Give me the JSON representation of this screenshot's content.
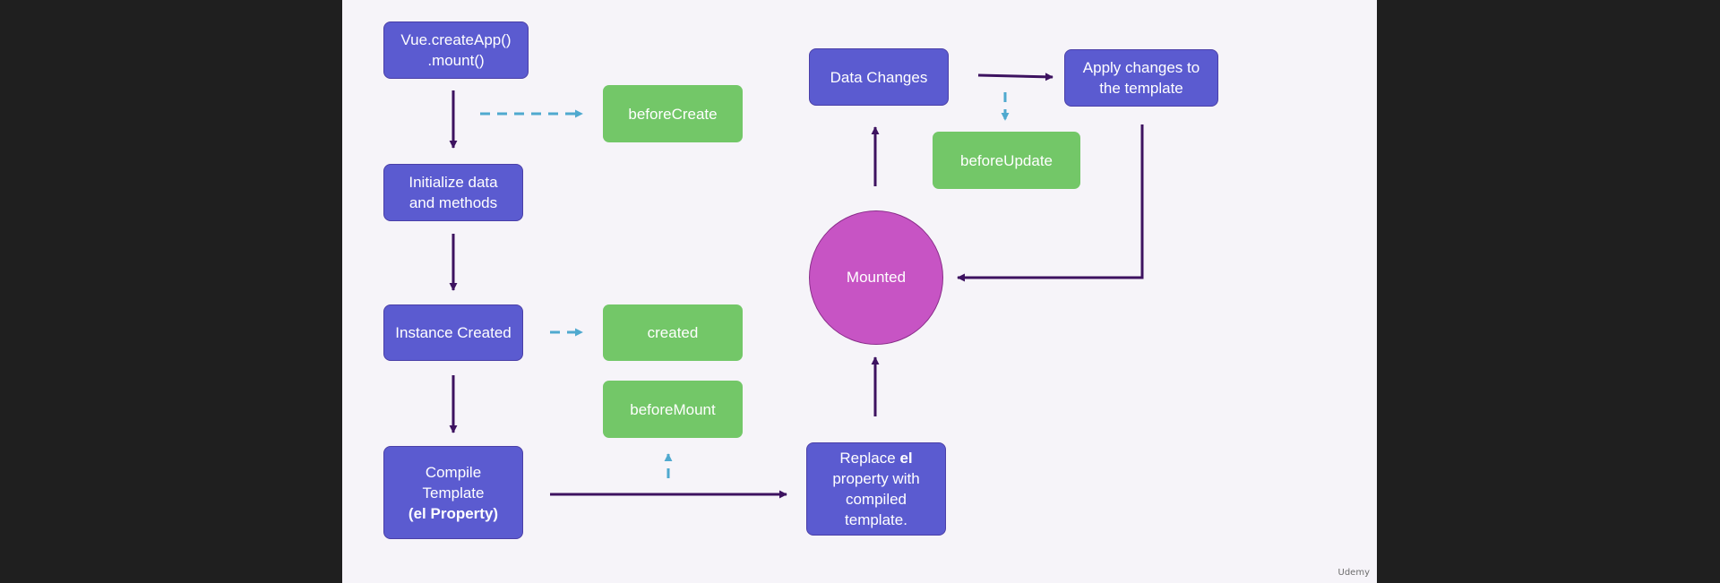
{
  "nodes": {
    "create_app": {
      "line1": "Vue.createApp()",
      "line2": ".mount()"
    },
    "init_data": {
      "line1": "Initialize data",
      "line2": "and methods"
    },
    "instance_created": {
      "label": "Instance Created"
    },
    "compile_template": {
      "line1": "Compile",
      "line2": "Template",
      "line3": "(el Property)"
    },
    "replace_el": {
      "pre": "Replace ",
      "bold": "el",
      "line2": "property with",
      "line3": "compiled",
      "line4": "template."
    },
    "mounted": {
      "label": "Mounted"
    },
    "data_changes": {
      "label": "Data Changes"
    },
    "apply_changes": {
      "line1": "Apply changes to",
      "line2": "the template"
    }
  },
  "hooks": {
    "before_create": "beforeCreate",
    "created": "created",
    "before_mount": "beforeMount",
    "before_update": "beforeUpdate"
  },
  "colors": {
    "process_box": "#5b5bd0",
    "hook_box": "#73c768",
    "mounted_circle": "#c754c4",
    "solid_arrow": "#3d1260",
    "dashed_arrow": "#4fa9cf"
  },
  "watermark": "Udemy"
}
